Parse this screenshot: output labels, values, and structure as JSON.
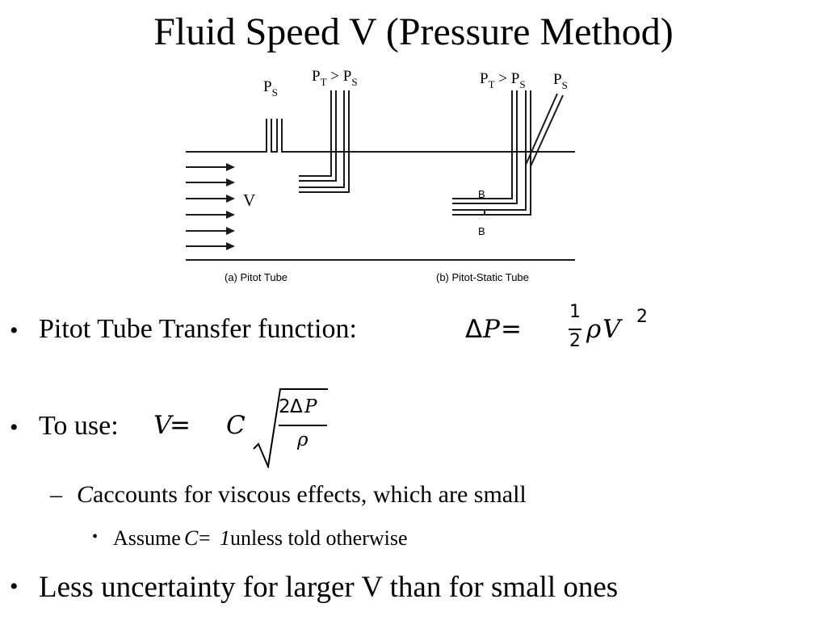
{
  "slide": {
    "title": "Fluid Speed V (Pressure Method)"
  },
  "diagram": {
    "label_ps_left": "P",
    "label_ps_left_sub": "S",
    "label_pt_left": "P",
    "label_pt_left_sub": "T",
    "label_gt_left": " > P",
    "label_gt_left_sub": "S",
    "label_pt_right": "P",
    "label_pt_right_sub": "T",
    "label_gt_right": " > P",
    "label_gt_right_sub": "S",
    "label_ps_right": "P",
    "label_ps_right_sub": "S",
    "label_v": "V",
    "label_b_top": "B",
    "label_b_bottom": "B",
    "caption_a": "(a) Pitot Tube",
    "caption_b": "(b) Pitot-Static Tube"
  },
  "bullets": {
    "b1_text": "Pitot Tube Transfer function: ",
    "b1_delta": "Δ",
    "b1_P": "P",
    "b1_eq": " = ",
    "b1_num": "1",
    "b1_den": "2",
    "b1_rho": "ρ",
    "b1_V": "V",
    "b1_exp": "2",
    "b2_text": "To use: ",
    "b2_V": "V",
    "b2_eq": " = ",
    "b2_C": "C",
    "b2_num_2": "2",
    "b2_num_delta": "Δ",
    "b2_num_P": "P",
    "b2_den_rho": "ρ",
    "b3_dash": "–",
    "b3_C": "C",
    "b3_text": " accounts for viscous effects, which are small",
    "b4_pre": "Assume ",
    "b4_C": "C",
    "b4_eq": " = ",
    "b4_one": "1",
    "b4_post": " unless told otherwise",
    "b5_text": "Less uncertainty for larger V than for small ones",
    "bullet_symbol": "•"
  }
}
